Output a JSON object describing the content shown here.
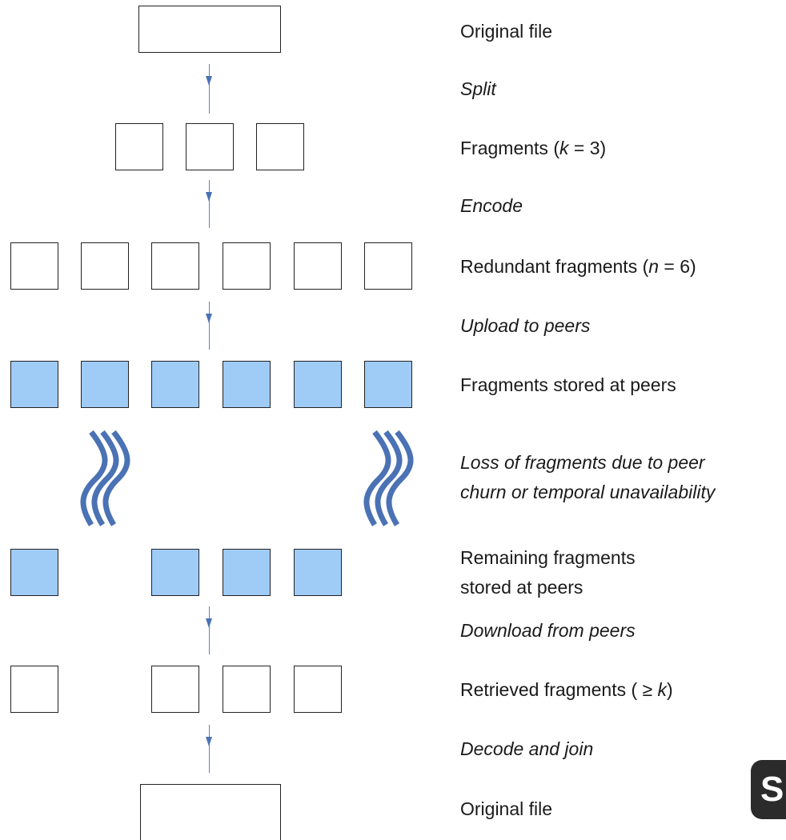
{
  "labels": {
    "original_file_top": "Original file",
    "split": "Split",
    "fragments_prefix": "Fragments (",
    "fragments_var": "k",
    "fragments_suffix": " = 3)",
    "encode": "Encode",
    "redundant_prefix": "Redundant fragments (",
    "redundant_var": "n",
    "redundant_suffix": " = 6)",
    "upload": "Upload to peers",
    "stored": "Fragments stored at peers",
    "loss_line1": "Loss of fragments due to peer",
    "loss_line2": "churn or temporal unavailability",
    "remaining_line1": "Remaining fragments",
    "remaining_line2": "stored at peers",
    "download": "Download from peers",
    "retrieved_prefix": "Retrieved fragments ( ≥ ",
    "retrieved_var": "k",
    "retrieved_suffix": ")",
    "decode": "Decode and join",
    "original_file_bottom": "Original file"
  },
  "fragment_counts": {
    "split": 3,
    "encoded": 6,
    "stored": 6,
    "remaining": 4,
    "retrieved": 4
  },
  "colors": {
    "stored_fill": "#9fcbf7",
    "arrow": "#4a72b4",
    "loss_wave": "#4a72b4"
  },
  "icons": {
    "loss": "wavy-lines-icon",
    "logo": "logo-badge-icon"
  },
  "logo_text": "S"
}
